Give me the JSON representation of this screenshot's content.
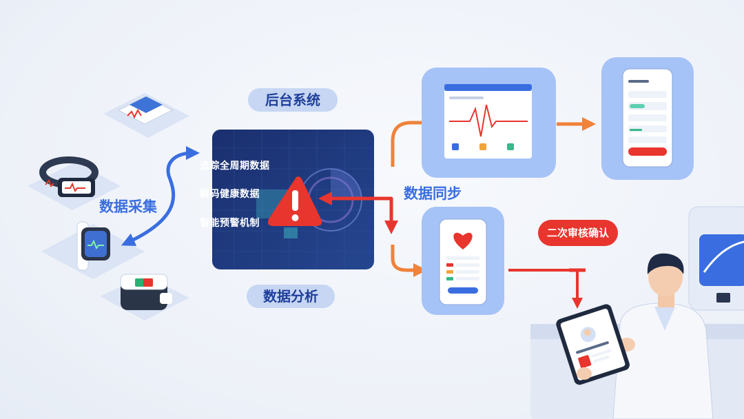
{
  "backend": {
    "title": "后台系统",
    "features": [
      "追踪全周期数据",
      "解码健康数据",
      "智能预警机制"
    ]
  },
  "labels": {
    "collect": "数据采集",
    "analysis": "数据分析",
    "sync": "数据同步",
    "confirm": "二次审核确认"
  },
  "colors": {
    "pill_bg": "#c6d6f3",
    "pill_text": "#1f3f9a",
    "accent_blue": "#3a6ee0",
    "panel_dark": "#1c3574",
    "alert_red": "#e8352d",
    "sync_orange": "#f0823a",
    "card_blue": "#a6c3f7"
  },
  "icons": [
    "blood-pressure-monitor-icon",
    "fitness-band-icon",
    "smartwatch-icon",
    "pulse-oximeter-icon",
    "warning-icon",
    "tablet-icon",
    "doctor-icon"
  ]
}
